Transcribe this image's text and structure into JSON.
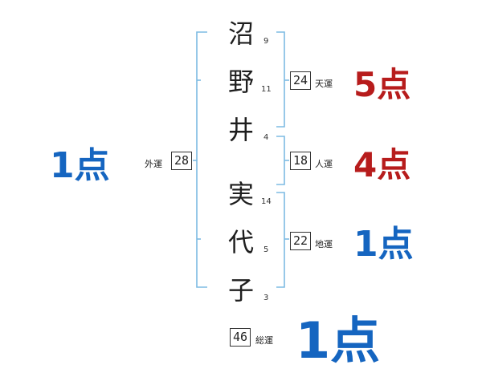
{
  "colors": {
    "line": "#7dbbe3",
    "good": "#1565c0",
    "bad": "#b71c1c"
  },
  "name": {
    "chars": [
      {
        "char": "沼",
        "strokes": "9"
      },
      {
        "char": "野",
        "strokes": "11"
      },
      {
        "char": "井",
        "strokes": "4"
      },
      {
        "char": "実",
        "strokes": "14"
      },
      {
        "char": "代",
        "strokes": "5"
      },
      {
        "char": "子",
        "strokes": "3"
      }
    ]
  },
  "fortunes": {
    "tenun": {
      "label": "天運",
      "value": "24",
      "score": "5点",
      "tone": "bad"
    },
    "jinun": {
      "label": "人運",
      "value": "18",
      "score": "4点",
      "tone": "bad"
    },
    "chiun": {
      "label": "地運",
      "value": "22",
      "score": "1点",
      "tone": "good"
    },
    "gaiun": {
      "label": "外運",
      "value": "28",
      "score": "1点",
      "tone": "good"
    },
    "souun": {
      "label": "総運",
      "value": "46",
      "score": "1点",
      "tone": "good"
    }
  }
}
